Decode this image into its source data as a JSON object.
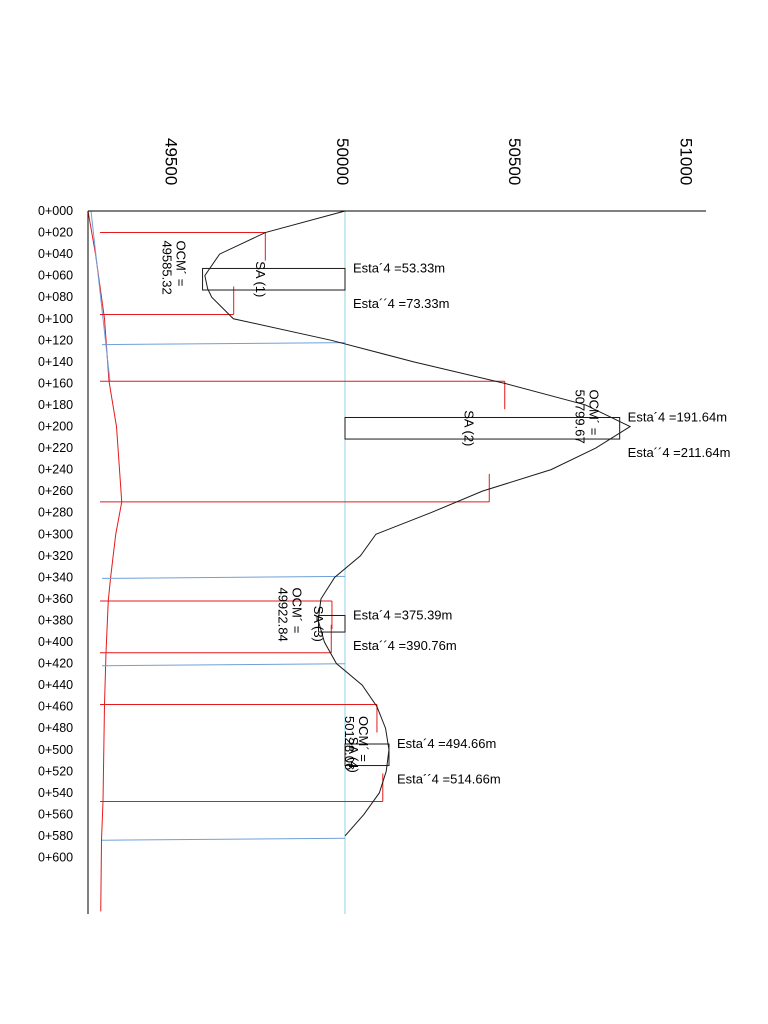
{
  "colors": {
    "curve": "#1a1a1a",
    "red": "#e41a1c",
    "blue": "#6fa0d8",
    "cyan": "#8fd3e8",
    "axis": "#000000"
  },
  "mass_axis": {
    "ticks": [
      "49500",
      "50000",
      "50500",
      "51000"
    ],
    "tick_values": [
      49500,
      50000,
      50500,
      51000
    ]
  },
  "stations": [
    "0+000",
    "0+020",
    "0+040",
    "0+060",
    "0+080",
    "0+100",
    "0+120",
    "0+140",
    "0+160",
    "0+180",
    "0+200",
    "0+220",
    "0+240",
    "0+260",
    "0+280",
    "0+300",
    "0+320",
    "0+340",
    "0+360",
    "0+380",
    "0+400",
    "0+420",
    "0+440",
    "0+460",
    "0+480",
    "0+500",
    "0+520",
    "0+540",
    "0+560",
    "0+580",
    "0+600"
  ],
  "curve": [
    [
      0,
      50000
    ],
    [
      20,
      49768
    ],
    [
      40,
      49635
    ],
    [
      60,
      49592
    ],
    [
      72,
      49600
    ],
    [
      80,
      49612
    ],
    [
      100,
      49675
    ],
    [
      120,
      49960
    ],
    [
      140,
      50200
    ],
    [
      160,
      50465
    ],
    [
      180,
      50700
    ],
    [
      200,
      50830
    ],
    [
      220,
      50730
    ],
    [
      240,
      50600
    ],
    [
      260,
      50400
    ],
    [
      280,
      50250
    ],
    [
      300,
      50090
    ],
    [
      320,
      50045
    ],
    [
      340,
      49970
    ],
    [
      360,
      49930
    ],
    [
      380,
      49922
    ],
    [
      400,
      49940
    ],
    [
      420,
      49975
    ],
    [
      440,
      50050
    ],
    [
      460,
      50093
    ],
    [
      480,
      50118
    ],
    [
      500,
      50128
    ],
    [
      520,
      50120
    ],
    [
      540,
      50100
    ],
    [
      560,
      50055
    ],
    [
      580,
      50000
    ]
  ],
  "sa_blocks": [
    {
      "label": "SA (1)",
      "start": 53.33,
      "end": 73.33,
      "value": 49585.32,
      "esta1": "Esta´4 =53.33m",
      "esta2": "Esta´´4 =73.33m",
      "ocm_line1": "OCM´ =",
      "ocm_line2": "49585.32"
    },
    {
      "label": "SA (2)",
      "start": 191.64,
      "end": 211.64,
      "value": 50799.67,
      "esta1": "Esta´4 =191.64m",
      "esta2": "Esta´´4 =211.64m",
      "ocm_line1": "OCM´ =",
      "ocm_line2": "50799.67"
    },
    {
      "label": "SA (3)",
      "start": 375.39,
      "end": 390.76,
      "value": 49922.84,
      "esta1": "Esta´4 =375.39m",
      "esta2": "Esta´´4 =390.76m",
      "ocm_line1": "OCM´ =",
      "ocm_line2": "49922.84"
    },
    {
      "label": "SA (4)",
      "start": 494.66,
      "end": 514.66,
      "value": 50128.06,
      "esta1": "Esta´4 =494.66m",
      "esta2": "Esta´´4 =514.66m",
      "ocm_line1": "OCM´ =",
      "ocm_line2": "50128.06"
    }
  ],
  "red_lines": [
    {
      "station": 20,
      "value": 49768
    },
    {
      "station": 96,
      "value": 49676
    },
    {
      "station": 158,
      "value": 50465
    },
    {
      "station": 270,
      "value": 50420
    },
    {
      "station": 362,
      "value": 49962
    },
    {
      "station": 410,
      "value": 49960
    },
    {
      "station": 458,
      "value": 50093
    },
    {
      "station": 548,
      "value": 50110
    }
  ],
  "blue_lines": [
    {
      "station": 124,
      "value": 50000
    },
    {
      "station": 341,
      "value": 50000
    },
    {
      "station": 422,
      "value": 50000
    },
    {
      "station": 584,
      "value": 50000
    }
  ],
  "profile": [
    [
      0,
      49500
    ],
    [
      40,
      49510
    ],
    [
      100,
      49522
    ],
    [
      158,
      49528
    ],
    [
      200,
      49538
    ],
    [
      240,
      49542
    ],
    [
      270,
      49545
    ],
    [
      300,
      49537
    ],
    [
      341,
      49530
    ],
    [
      362,
      49527
    ],
    [
      410,
      49524
    ],
    [
      458,
      49522
    ],
    [
      548,
      49520
    ],
    [
      584,
      49518
    ],
    [
      650,
      49517
    ]
  ]
}
